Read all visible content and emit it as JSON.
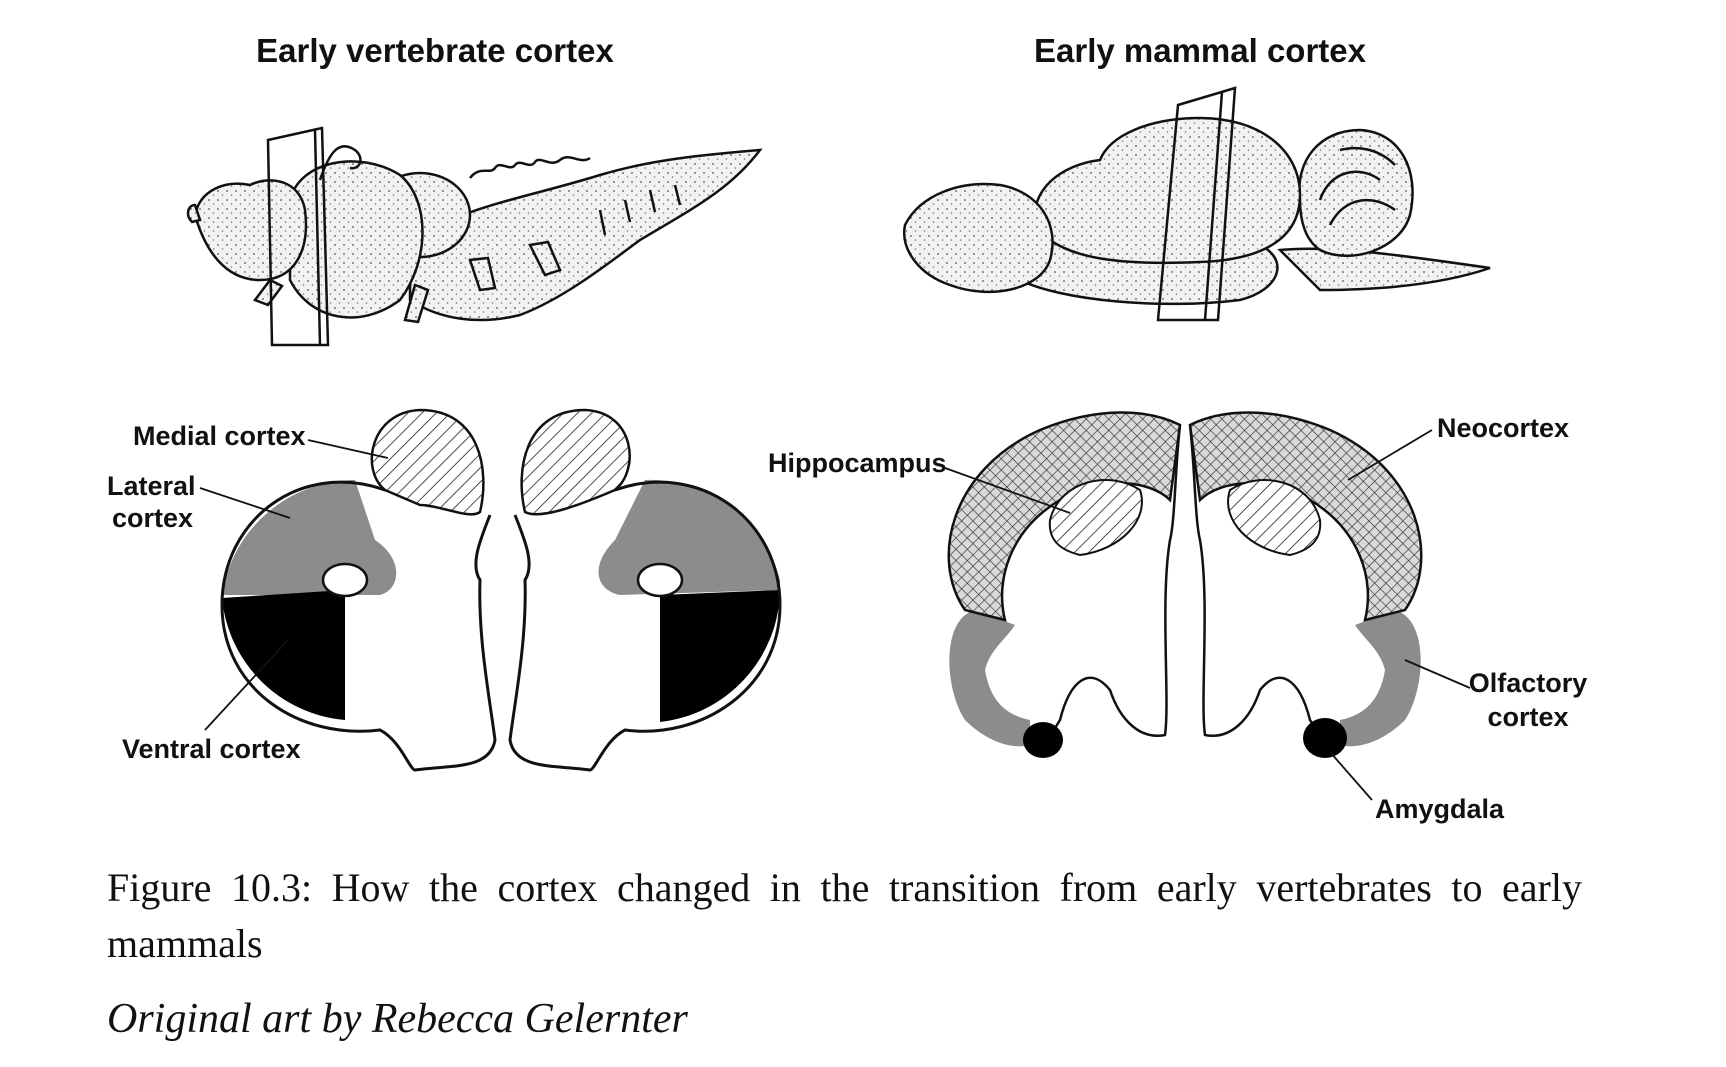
{
  "panels": {
    "left_title": "Early vertebrate cortex",
    "right_title": "Early mammal cortex"
  },
  "labels": {
    "medial_cortex": "Medial cortex",
    "lateral_line1": "Lateral",
    "lateral_line2": "cortex",
    "ventral_cortex": "Ventral cortex",
    "hippocampus": "Hippocampus",
    "neocortex": "Neocortex",
    "olfactory_line1": "Olfactory",
    "olfactory_line2": "cortex",
    "amygdala": "Amygdala"
  },
  "caption": {
    "text": "Figure 10.3: How the cortex changed in the transition from early vertebrates to early mammals",
    "credit": "Original art by Rebecca Gelernter"
  },
  "colors": {
    "gray_region": "#8c8c8c",
    "ventral_black": "#000000",
    "outline": "#111111"
  }
}
